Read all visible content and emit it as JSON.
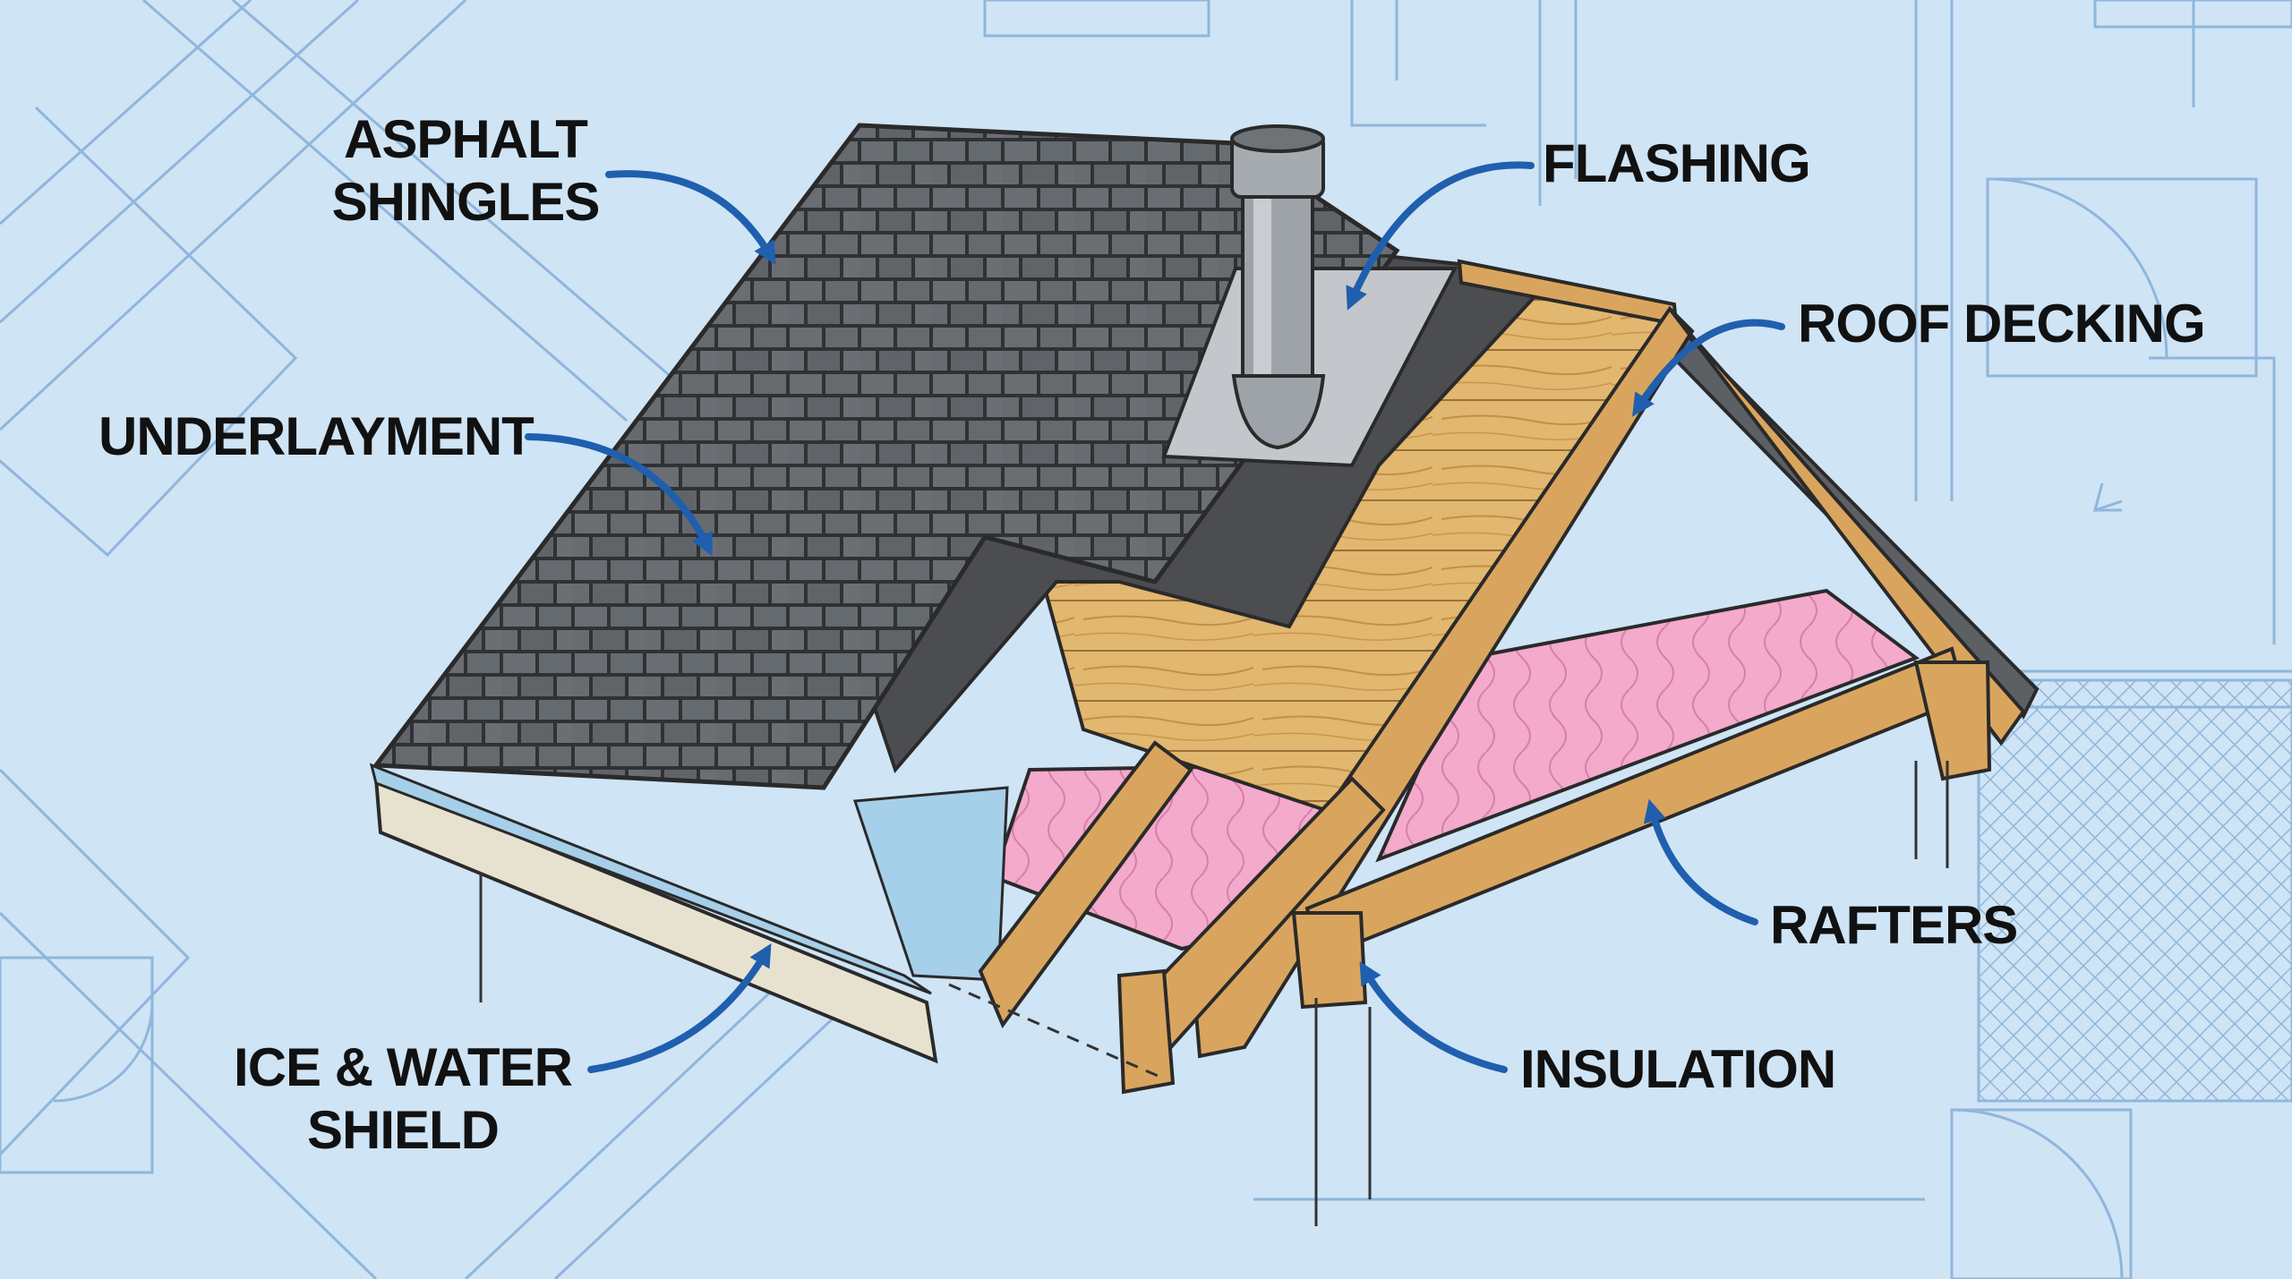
{
  "diagram": {
    "labels": {
      "asphalt_shingles": [
        "ASPHALT",
        "SHINGLES"
      ],
      "underlayment": "UNDERLAYMENT",
      "ice_water_shield": [
        "ICE & WATER",
        "SHIELD"
      ],
      "flashing": "FLASHING",
      "roof_decking": "ROOF DECKING",
      "rafters": "RAFTERS",
      "insulation": "INSULATION"
    },
    "colors": {
      "background": "#cfe4f5",
      "blueprint_lines": "#8fb6dc",
      "shingles": "#5d6166",
      "underlayment": "#4a4c4f",
      "decking": "#e0b46e",
      "lumber": "#d9a55e",
      "insulation": "#f2a7c8",
      "flashing": "#c2c6ca",
      "ice_water_shield": "#9fc9e6",
      "fascia": "#e6e1cf",
      "arrows": "#1f5fae"
    }
  }
}
